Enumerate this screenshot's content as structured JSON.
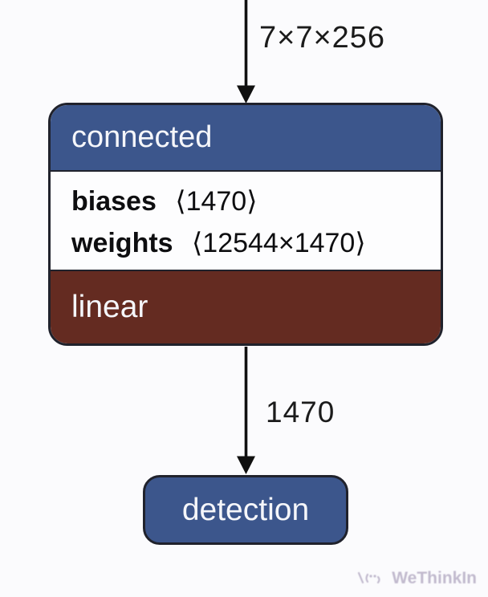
{
  "colors": {
    "header_blue": "#3c568c",
    "activation_red": "#642b21",
    "node_border": "#20222c",
    "edge_black": "#101010",
    "canvas_bg": "#fbfbfd",
    "watermark_gray": "#b3aac2"
  },
  "diagram": {
    "input_edge": {
      "label": "7×7×256"
    },
    "node": {
      "title": "connected",
      "params": [
        {
          "name": "biases",
          "shape": "⟨1470⟩"
        },
        {
          "name": "weights",
          "shape": "⟨12544×1470⟩"
        }
      ],
      "activation": "linear"
    },
    "output_edge": {
      "label": "1470"
    },
    "output_node": {
      "label": "detection"
    },
    "watermark": {
      "brand": "WeThinkIn"
    }
  }
}
